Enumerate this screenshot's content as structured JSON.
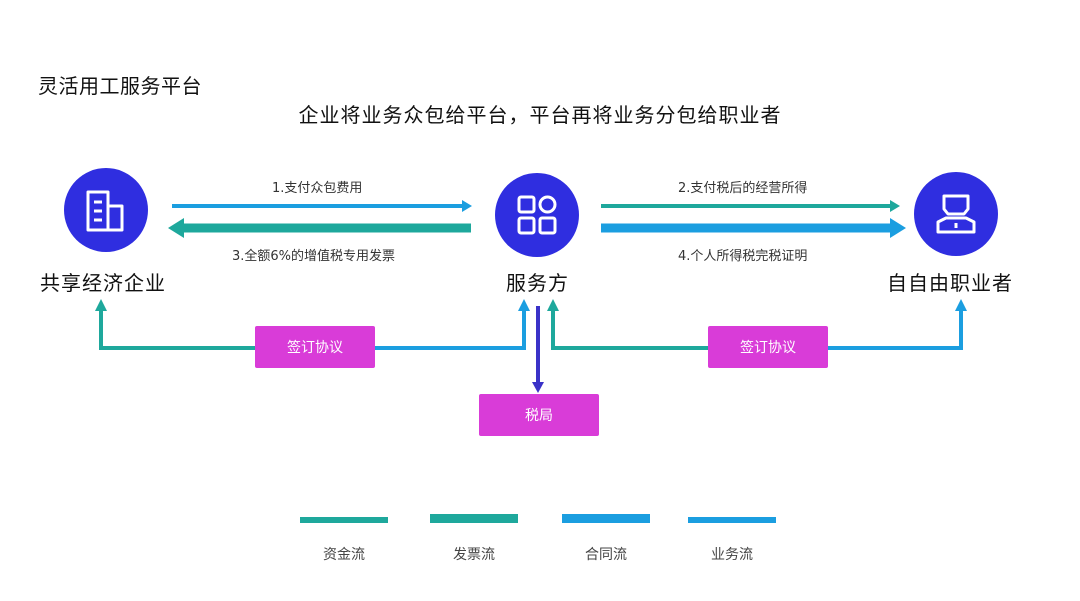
{
  "title": "灵活用工服务平台",
  "subtitle": "企业将业务众包给平台，平台再将业务分包给职业者",
  "nodes": {
    "enterprise": {
      "label": "共享经济企业",
      "icon": "building-icon"
    },
    "service": {
      "label": "服务方",
      "icon": "grid-icon"
    },
    "freelancer": {
      "label": "自自由职业者",
      "icon": "person-icon"
    }
  },
  "flows": {
    "f1": "1.支付众包费用",
    "f2": "2.支付税后的经营所得",
    "f3": "3.全额6%的增值税专用发票",
    "f4": "4.个人所得税完税证明"
  },
  "boxes": {
    "agreement_left": "签订协议",
    "agreement_right": "签订协议",
    "tax_bureau": "税局"
  },
  "legend": [
    {
      "label": "资金流",
      "color": "#1ea89c"
    },
    {
      "label": "发票流",
      "color": "#1ea89c"
    },
    {
      "label": "合同流",
      "color": "#1b9ee0"
    },
    {
      "label": "业务流",
      "color": "#1b9ee0"
    }
  ],
  "colors": {
    "node": "#2f2ee0",
    "teal": "#1ea89c",
    "blue": "#1b9ee0",
    "purple_arrow": "#3a32c8",
    "box": "#d93cd8"
  }
}
